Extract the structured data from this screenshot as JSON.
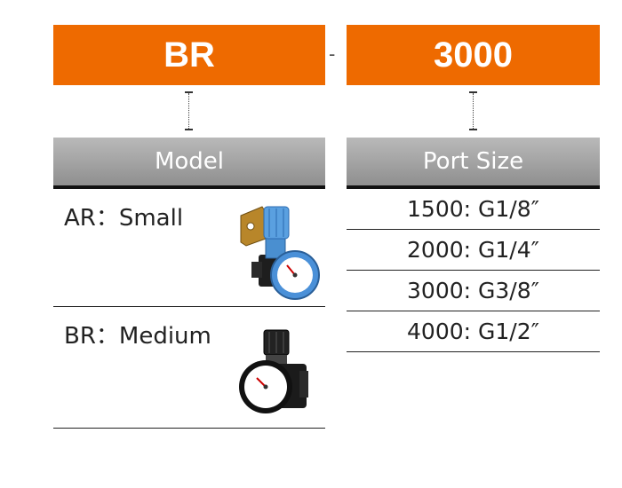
{
  "code": {
    "model": "BR",
    "separator": "-",
    "port": "3000"
  },
  "headers": {
    "model": "Model",
    "port_size": "Port Size"
  },
  "models": [
    {
      "label": "AR：Small",
      "icon": "small-regulator-icon"
    },
    {
      "label": "BR：Medium",
      "icon": "medium-regulator-icon"
    }
  ],
  "port_sizes": [
    "1500: G1/8″",
    "2000: G1/4″",
    "3000: G3/8″",
    "4000: G1/2″"
  ],
  "colors": {
    "accent": "#ee6a00",
    "header_gray": "#a3a3a3",
    "text": "#222222"
  }
}
